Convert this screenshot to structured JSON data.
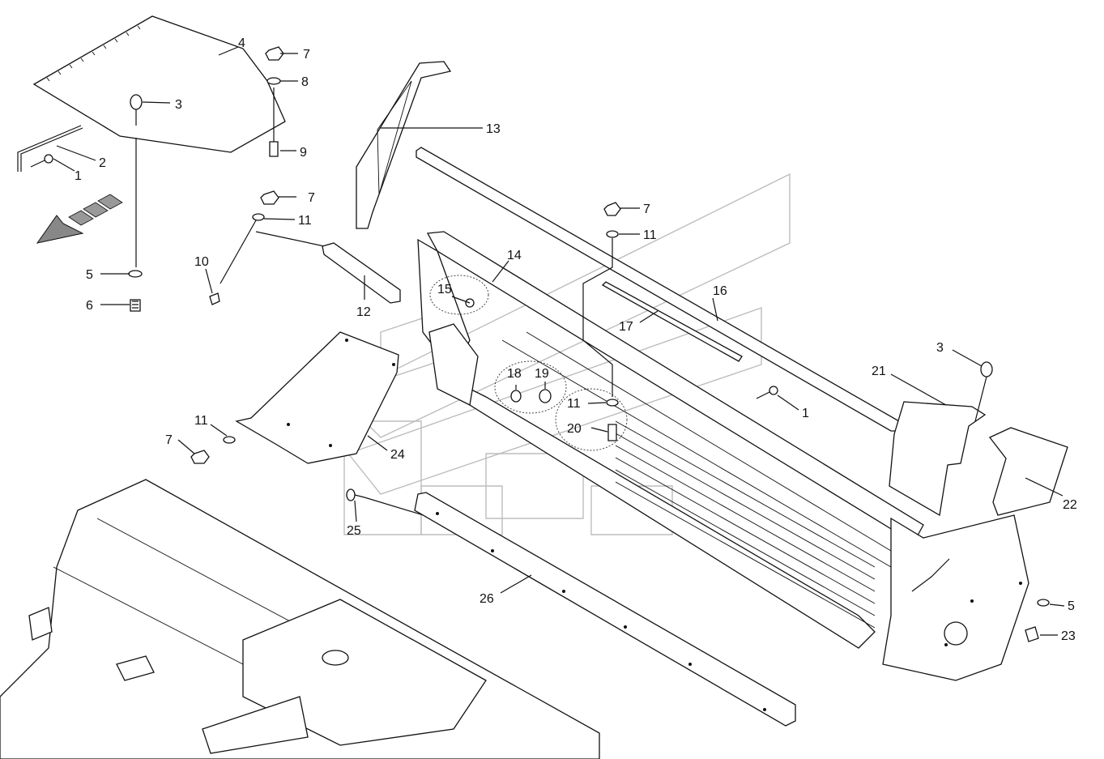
{
  "labels": {
    "l1a": "1",
    "l2": "2",
    "l3a": "3",
    "l4": "4",
    "l7a": "7",
    "l8": "8",
    "l9": "9",
    "l5a": "5",
    "l6": "6",
    "l7b": "7",
    "l11a": "11",
    "l10": "10",
    "l12": "12",
    "l13": "13",
    "l14": "14",
    "l15": "15",
    "l7c": "7",
    "l11b": "11",
    "l16": "16",
    "l17": "17",
    "l18": "18",
    "l19": "19",
    "l11c": "11",
    "l20": "20",
    "l1b": "1",
    "l3b": "3",
    "l21": "21",
    "l22": "22",
    "l11d": "11",
    "l7d": "7",
    "l24": "24",
    "l25": "25",
    "l26": "26",
    "l5b": "5",
    "l23": "23"
  }
}
